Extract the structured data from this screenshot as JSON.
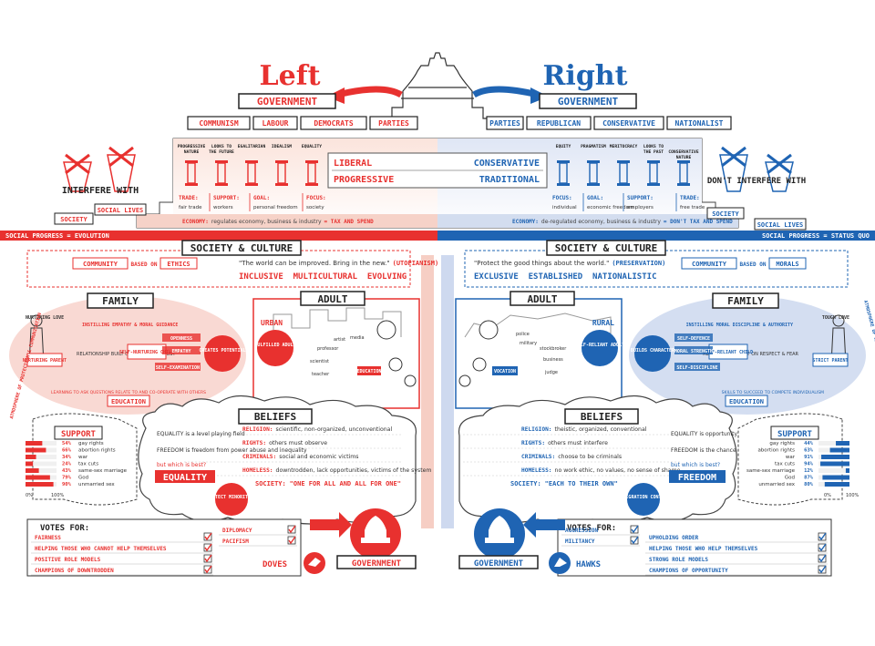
{
  "colors": {
    "red": "#e8312f",
    "blue": "#1f64b3",
    "lightred": "#f6c9c0",
    "lightblue": "#c9d6ee",
    "ink": "#222222"
  },
  "header": {
    "left_title": "Left",
    "right_title": "Right",
    "left_gov": "GOVERNMENT",
    "right_gov": "GOVERNMENT",
    "left_parties": [
      "COMMUNISM",
      "LABOUR",
      "DEMOCRATS",
      "PARTIES"
    ],
    "right_parties": [
      "PARTIES",
      "REPUBLICAN",
      "CONSERVATIVE",
      "NATIONALIST"
    ]
  },
  "pillars": {
    "left": [
      "PROGRESSIVE NATURE",
      "LOOKS TO THE FUTURE",
      "EGALITARIAN",
      "IDEALISM",
      "EQUALITY"
    ],
    "right": [
      "EQUITY",
      "PRAGMATISM",
      "MERITOCRACY",
      "LOOKS TO THE PAST",
      "CONSERVATIVE NATURE"
    ]
  },
  "spectrum": {
    "liberal": "LIBERAL",
    "conservative": "CONSERVATIVE",
    "progressive": "PROGRESSIVE",
    "traditional": "TRADITIONAL"
  },
  "side": {
    "left_title": "INTERFERE WITH",
    "right_title": "DON'T INTERFERE WITH",
    "society": "SOCIETY",
    "social_lives": "SOCIAL LIVES"
  },
  "policy": {
    "left": [
      {
        "k": "TRADE:",
        "v": "fair trade"
      },
      {
        "k": "SUPPORT:",
        "v": "workers"
      },
      {
        "k": "GOAL:",
        "v": "personal freedom"
      },
      {
        "k": "FOCUS:",
        "v": "society"
      }
    ],
    "right": [
      {
        "k": "FOCUS:",
        "v": "individual"
      },
      {
        "k": "GOAL:",
        "v": "economic freedom"
      },
      {
        "k": "SUPPORT:",
        "v": "employers"
      },
      {
        "k": "TRADE:",
        "v": "free trade"
      }
    ],
    "left_economy_k": "ECONOMY:",
    "left_economy_v": "regulates economy, business & industry",
    "left_economy_e": "= TAX AND SPEND",
    "right_economy_k": "ECONOMY:",
    "right_economy_v": "de-regulated economy, business & industry",
    "right_economy_e": "= DON'T TAX AND SPEND"
  },
  "progress": {
    "left": "SOCIAL PROGRESS = EVOLUTION",
    "right": "SOCIAL PROGRESS = STATUS QUO"
  },
  "society": {
    "title": "SOCIETY & CULTURE",
    "left_community": "COMMUNITY",
    "based_on": "BASED ON",
    "left_basis": "ETHICS",
    "right_community": "COMMUNITY",
    "right_basis": "MORALS",
    "left_quote": "\"The world can be improved. Bring in the new.\"",
    "left_quote_tag": "(UTOPIANISM)",
    "left_words": "INCLUSIVE  MULTICULTURAL  EVOLVING",
    "right_quote": "\"Protect the good things about the world.\"",
    "right_quote_tag": "(PRESERVATION)",
    "right_words": "EXCLUSIVE  ESTABLISHED  NATIONALISTIC"
  },
  "family": {
    "title": "FAMILY",
    "left_parent": "NURTURING PARENT",
    "left_child": "SELF-NURTURING CHILD",
    "left_rel": "RELATIONSHIP BUILT ON RESPECT & TRUST",
    "left_traits": [
      "OPENNESS",
      "EMPATHY",
      "SELF-EXAMINATION"
    ],
    "left_edu": "EDUCATION",
    "left_learning": "LEARNING TO ASK QUESTIONS RELATE TO AND CO-OPERATE WITH OTHERS",
    "left_instill": "INSTILLING EMPATHY & MORAL GUIDANCE",
    "nurturing_love": "NURTURING LOVE",
    "left_potential": "CREATES POTENTIAL",
    "left_atmo": "ATMOSPHERE OF PROTECTION & COMMUNICATION",
    "right_parent": "STRICT PARENT",
    "right_child": "SELF-RELIANT CHILD",
    "right_rel": "RELATIONSHIP BUILT ON RESPECT & FEAR",
    "right_traits": [
      "SELF-DEFENCE",
      "MORAL STRENGTH",
      "SELF-DISCIPLINE"
    ],
    "right_edu": "EDUCATION",
    "right_skills": "SKILLS TO SUCCEED TO COMPETE INDIVIDUALISM",
    "right_instill": "INSTILLING MORAL DISCIPLINE & AUTHORITY",
    "tough_love": "TOUGH LOVE",
    "right_character": "BUILDS CHARACTER",
    "right_atmo": "ATMOSPHERE OF REWARD & PUNISHMENT"
  },
  "adult": {
    "title": "ADULT",
    "left_place": "URBAN",
    "left_result": "FULFILLED ADULT",
    "left_roles": [
      "artist",
      "professor",
      "media",
      "scientist",
      "teacher"
    ],
    "left_edu": "EDUCATION",
    "right_place": "RURAL",
    "right_result": "SELF-RELIANT ADULT",
    "right_roles": [
      "police",
      "military",
      "stockbroker",
      "business",
      "judge"
    ],
    "right_voc": "VOCATION"
  },
  "beliefs": {
    "title": "BELIEFS",
    "left": [
      {
        "k": "RELIGION:",
        "v": "scientific, non-organized, unconventional"
      },
      {
        "k": "RIGHTS:",
        "v": "others must observe"
      },
      {
        "k": "CRIMINALS:",
        "v": "social and economic victims"
      },
      {
        "k": "HOMELESS:",
        "v": "downtrodden, lack opportunities, victims of the system"
      }
    ],
    "left_society_k": "SOCIETY:",
    "left_society_v": "\"ONE FOR ALL AND ALL FOR ONE\"",
    "right": [
      {
        "k": "RELIGION:",
        "v": "theistic, organized, conventional"
      },
      {
        "k": "RIGHTS:",
        "v": "others must interfere"
      },
      {
        "k": "CRIMINALS:",
        "v": "choose to be criminals"
      },
      {
        "k": "HOMELESS:",
        "v": "no work ethic, no values, no sense of shame"
      }
    ],
    "right_society_k": "SOCIETY:",
    "right_society_v": "\"EACH TO THEIR OWN\"",
    "left_eq1": "EQUALITY is a level playing field",
    "left_eq2": "FREEDOM is freedom from power abuse and inequality",
    "left_eq3": "but which is best?",
    "left_big": "EQUALITY",
    "right_eq1": "EQUALITY is opportunity",
    "right_eq2": "FREEDOM is the chance to achieve or fail",
    "right_eq3": "but which is best?",
    "right_big": "FREEDOM",
    "protect": "PROTECT MINORITIES",
    "immigration": "IMMIGRATION CONTROL"
  },
  "support": {
    "title": "SUPPORT",
    "left": [
      {
        "p": "54%",
        "l": "gay rights",
        "v": 54
      },
      {
        "p": "66%",
        "l": "abortion rights",
        "v": 66
      },
      {
        "p": "34%",
        "l": "war",
        "v": 34
      },
      {
        "p": "24%",
        "l": "tax cuts",
        "v": 24
      },
      {
        "p": "43%",
        "l": "same-sex marriage",
        "v": 43
      },
      {
        "p": "79%",
        "l": "God",
        "v": 79
      },
      {
        "p": "90%",
        "l": "unmarried sex",
        "v": 90
      }
    ],
    "right": [
      {
        "p": "44%",
        "l": "gay rights",
        "v": 44
      },
      {
        "p": "63%",
        "l": "abortion rights",
        "v": 63
      },
      {
        "p": "91%",
        "l": "war",
        "v": 91
      },
      {
        "p": "94%",
        "l": "tax cuts",
        "v": 94
      },
      {
        "p": "12%",
        "l": "same-sex marriage",
        "v": 12
      },
      {
        "p": "87%",
        "l": "God",
        "v": 87
      },
      {
        "p": "80%",
        "l": "unmarried sex",
        "v": 80
      }
    ],
    "axis0": "0%",
    "axis100": "100%"
  },
  "votes": {
    "title": "VOTES FOR:",
    "left": [
      "FAIRNESS",
      "HELPING THOSE WHO CANNOT HELP THEMSELVES",
      "POSITIVE ROLE MODELS",
      "CHAMPIONS OF DOWNTRODDEN"
    ],
    "left2": [
      "DIPLOMACY",
      "PACIFISM"
    ],
    "right": [
      "AGGRESSION",
      "MILITANCY"
    ],
    "right2": [
      "UPHOLDING ORDER",
      "HELPING THOSE WHO HELP THEMSELVES",
      "STRONG ROLE MODELS",
      "CHAMPIONS OF OPPORTUNITY"
    ],
    "doves": "DOVES",
    "hawks": "HAWKS",
    "left_gov": "GOVERNMENT",
    "right_gov": "GOVERNMENT"
  }
}
